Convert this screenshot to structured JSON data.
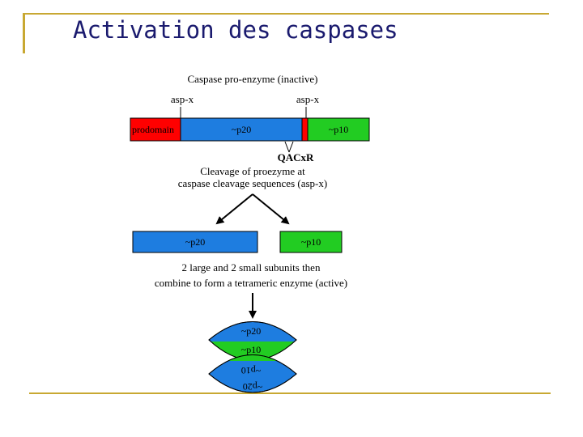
{
  "slide": {
    "title": "Activation des caspases"
  },
  "diagram": {
    "pro_enzyme_caption": "Caspase pro-enzyme (inactive)",
    "cleavage_site_left": "asp-x",
    "cleavage_site_right": "asp-x",
    "segments": {
      "prodomain": "prodomain",
      "p20": "~p20",
      "p10": "~p10"
    },
    "active_site": "QACxR",
    "cleavage_caption_line1": "Cleavage of proezyme at",
    "cleavage_caption_line2": "caspase cleavage sequences (asp-x)",
    "subunits": {
      "p20": "~p20",
      "p10": "~p10"
    },
    "tetramer_caption_line1": "2 large and 2 small subunits then",
    "tetramer_caption_line2": "combine to form a tetrameric enzyme (active)",
    "tetramer": {
      "top_p20": "~p20",
      "top_p10": "~p10",
      "bottom_p10": "~p10",
      "bottom_p20": "~p20"
    },
    "colors": {
      "prodomain": "#ff0000",
      "p20": "#1e7de0",
      "p10": "#22cc22",
      "frame": "#c8a832",
      "title": "#1a1a6e"
    }
  }
}
